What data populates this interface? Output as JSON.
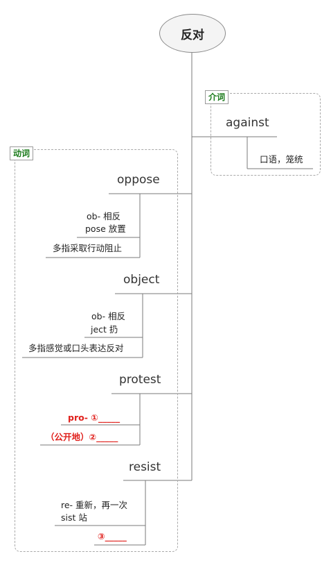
{
  "root": {
    "label": "反对"
  },
  "groups": {
    "prep": {
      "label": "介词",
      "word": "against",
      "note": "口语，笼统"
    },
    "verb": {
      "label": "动词",
      "items": [
        {
          "word": "oppose",
          "parts": [
            "ob- 相反",
            "pose 放置"
          ],
          "meaning": "多指采取行动阻止"
        },
        {
          "word": "object",
          "parts": [
            "ob- 相反",
            "ject 扔"
          ],
          "meaning": "多指感觉或口头表达反对"
        },
        {
          "word": "protest",
          "blanks": [
            "pro- ①_____",
            "（公开地）②_____"
          ]
        },
        {
          "word": "resist",
          "parts": [
            "re- 重新，再一次",
            "sist 站"
          ],
          "blank": "③_____"
        }
      ]
    }
  },
  "colors": {
    "line": "#7a7a7a",
    "dashed_border": "#a8a8a8",
    "group_label": "#1a7a1a",
    "blank_text": "#e0201c"
  }
}
